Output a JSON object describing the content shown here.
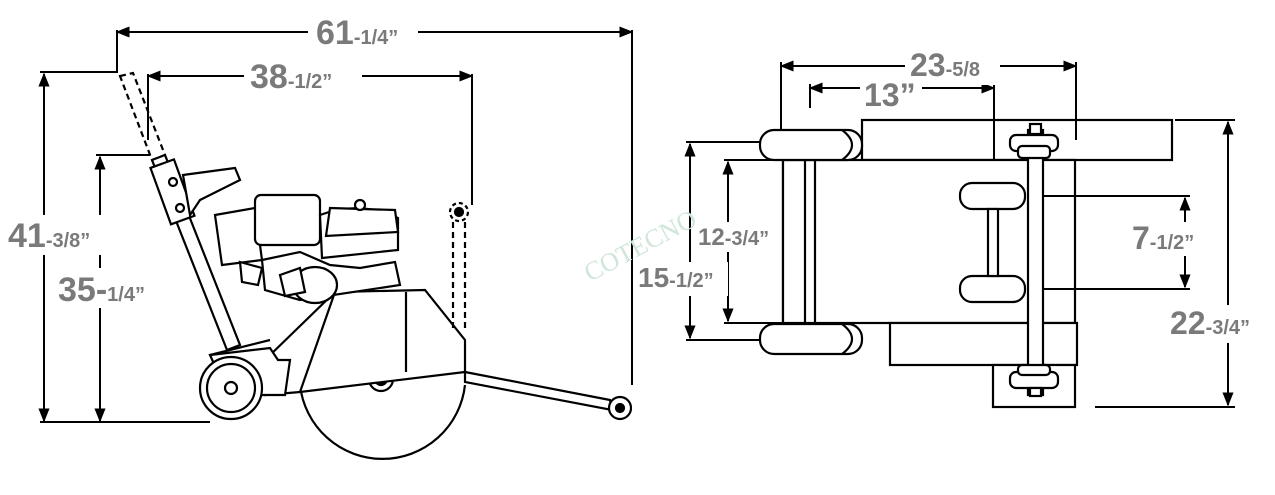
{
  "watermark": "COTECNO",
  "side_view": {
    "overall_length": {
      "major": "61",
      "minor": "-1/4”"
    },
    "handle_to_blade": {
      "major": "38",
      "minor": "-1/2”"
    },
    "overall_height": {
      "major": "41",
      "minor": "-3/8”"
    },
    "handle_height": {
      "major": "35-",
      "minor": "1/4”"
    }
  },
  "top_view": {
    "overall_width": {
      "major": "23",
      "minor": "-5/8"
    },
    "wheel_track": {
      "major": "13”",
      "minor": ""
    },
    "frame_depth": {
      "major": "12",
      "minor": "-3/4”"
    },
    "wheel_base": {
      "major": "15",
      "minor": "-1/2”"
    },
    "handle_spacing": {
      "major": "7",
      "minor": "-1/2”"
    },
    "overall_depth": {
      "major": "22",
      "minor": "-3/4”"
    }
  }
}
